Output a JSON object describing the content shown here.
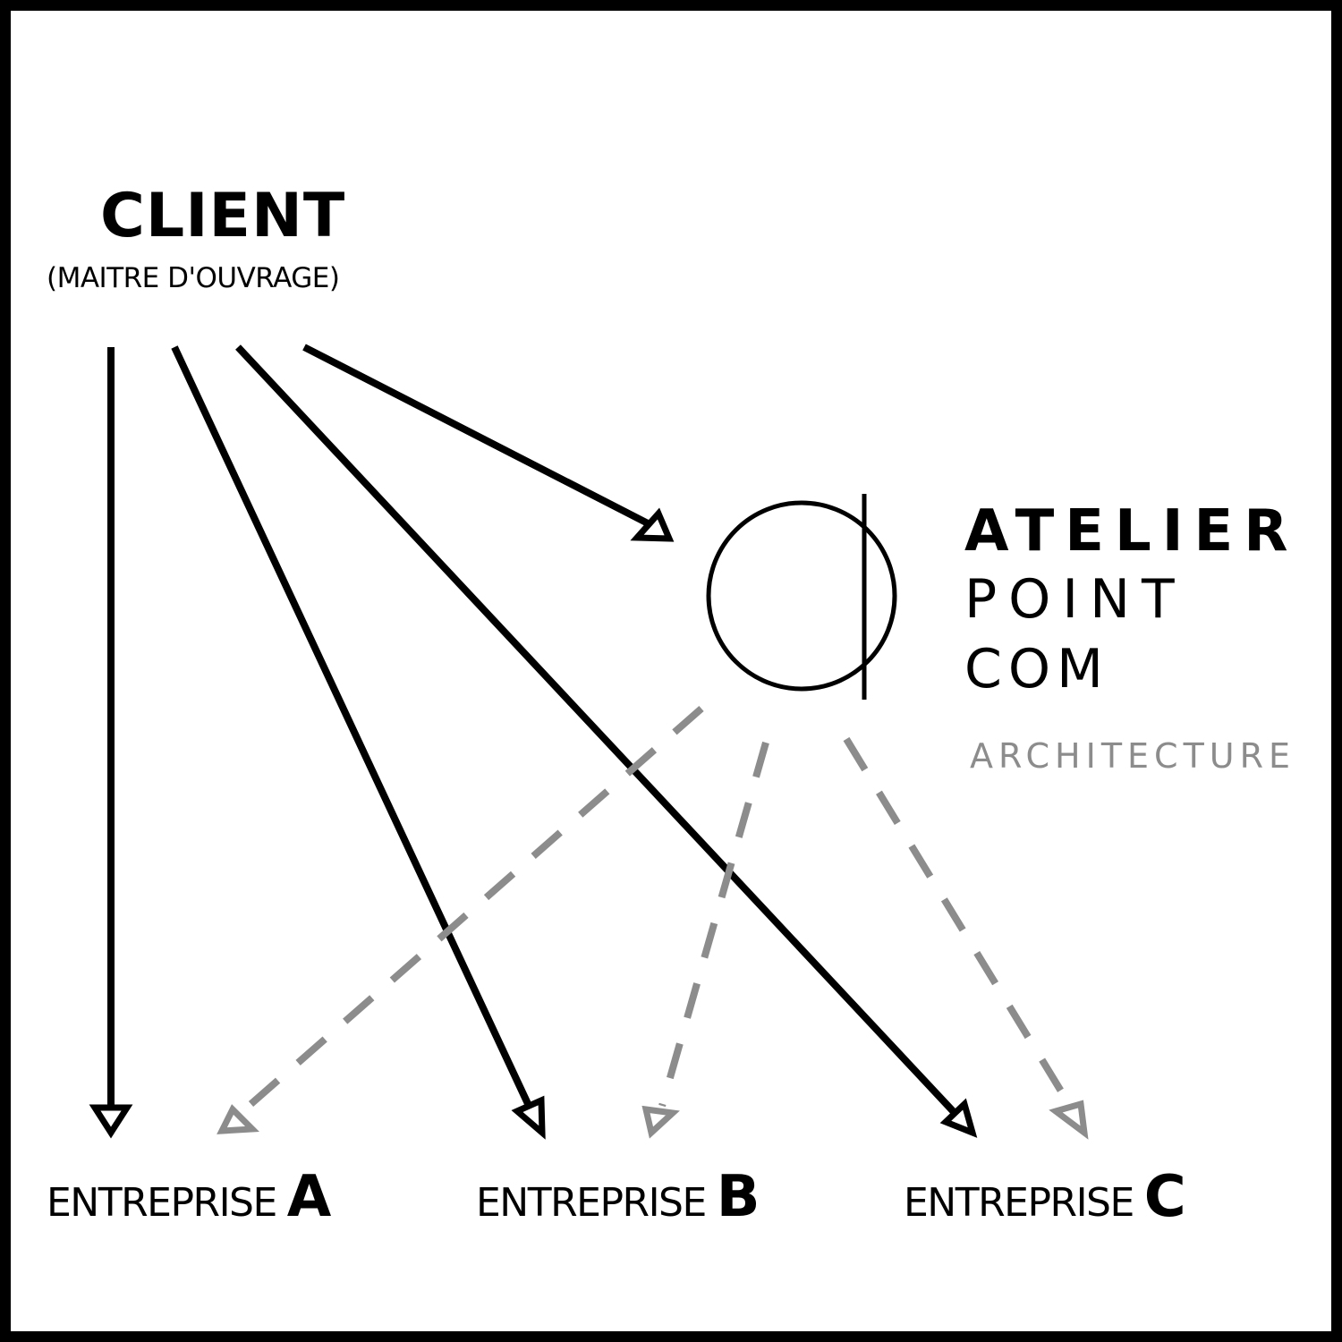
{
  "client": {
    "title": "CLIENT",
    "subtitle": "(MAITRE D'OUVRAGE)"
  },
  "architect": {
    "logo_icon": "circle-with-vertical-line-logo-icon",
    "line1": "ATELIER",
    "line2": "POINT",
    "line3": "COM",
    "tagline": "ARCHITECTURE"
  },
  "companies": [
    {
      "word": "ENTREPRISE",
      "letter": "A"
    },
    {
      "word": "ENTREPRISE",
      "letter": "B"
    },
    {
      "word": "ENTREPRISE",
      "letter": "C"
    }
  ],
  "colors": {
    "solid_arrow": "#000000",
    "dashed_arrow": "#8c8c8c",
    "tagline": "#8c8c8c",
    "frame": "#000000",
    "background": "#ffffff"
  }
}
